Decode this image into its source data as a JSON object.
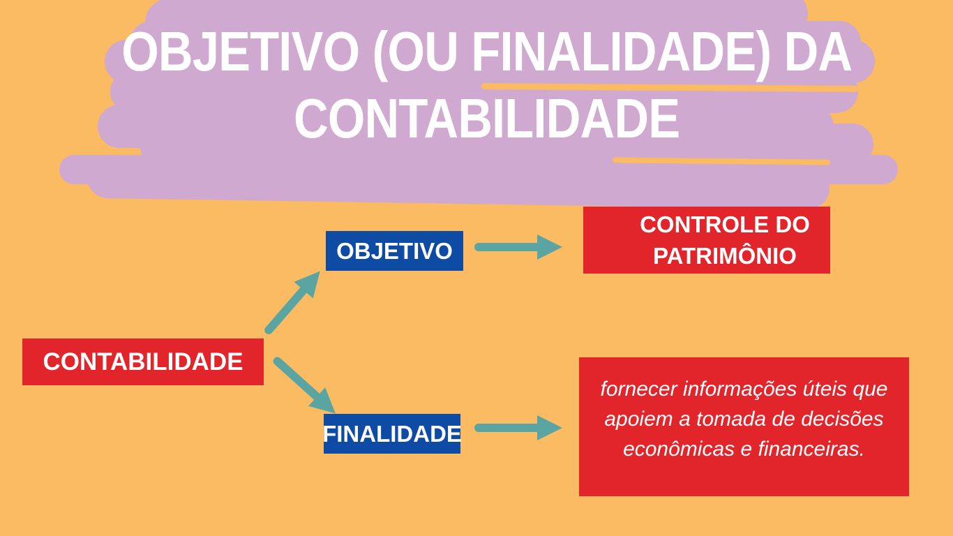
{
  "colors": {
    "background": "#FBBB63",
    "highlight_brush": "#CFA9CF",
    "node_red": "#E2252B",
    "node_blue": "#0D4BA5",
    "arrow_teal": "#5AA5A1",
    "text_white": "#FFFFFF"
  },
  "title": {
    "line1": "OBJETIVO (OU FINALIDADE) DA",
    "line2": "CONTABILIDADE"
  },
  "diagram": {
    "root_label": "CONTABILIDADE",
    "branches": [
      {
        "label": "OBJETIVO",
        "result": "CONTROLE DO PATRIMÔNIO",
        "result_lines": [
          "CONTROLE DO",
          "PATRIMÔNIO"
        ]
      },
      {
        "label": "FINALIDADE",
        "result": "fornecer informações úteis que apoiem a tomada de decisões econômicas e financeiras.",
        "result_lines": [
          "fornecer informações úteis que",
          "apoiem a tomada de decisões",
          "econômicas e financeiras."
        ]
      }
    ]
  },
  "icons": {
    "arrow_right": "→",
    "arrow_up_right": "↗",
    "arrow_down_right": "↘"
  }
}
